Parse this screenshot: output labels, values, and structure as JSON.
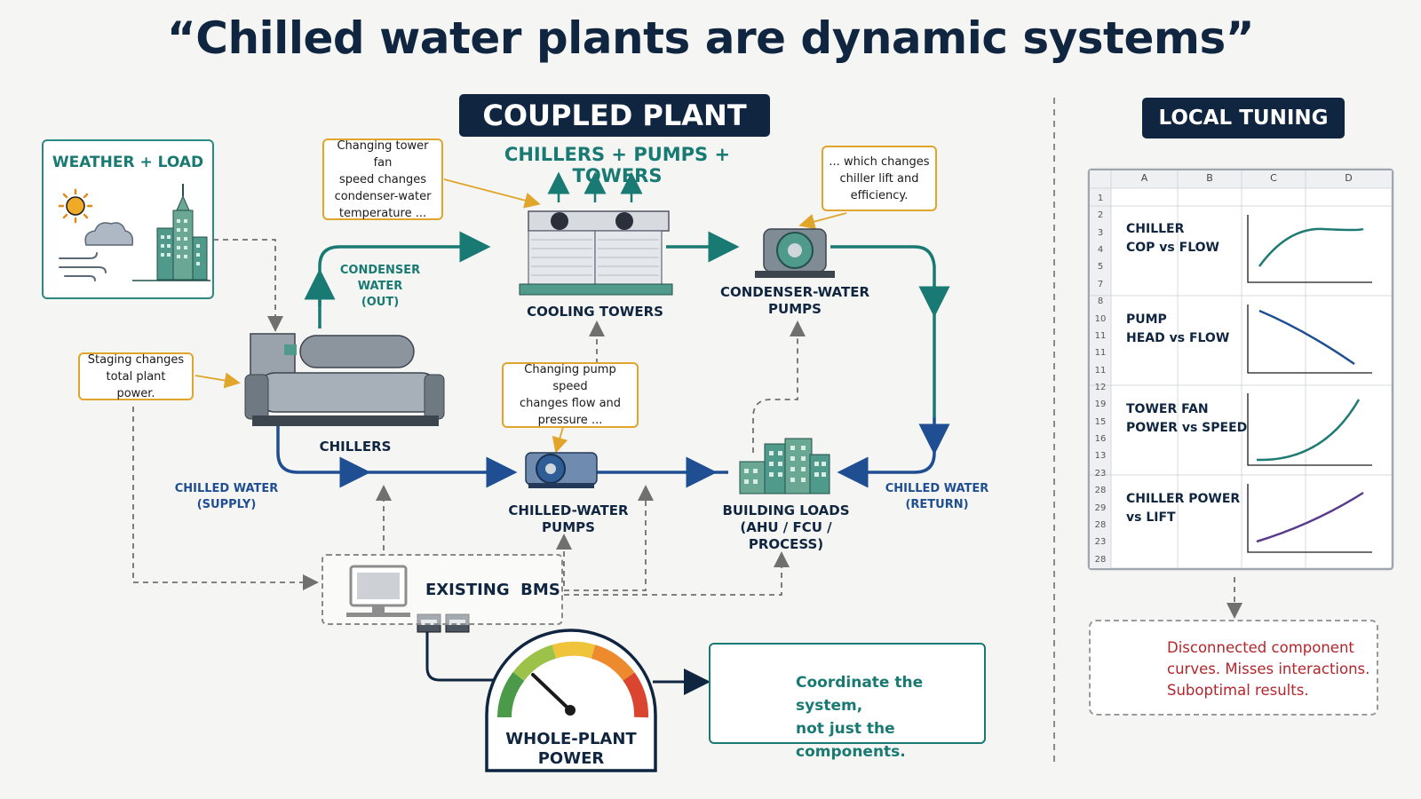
{
  "title": "“Chilled water plants are dynamic systems”",
  "coupled": {
    "banner": "COUPLED PLANT",
    "subtitle": "CHILLERS + PUMPS + TOWERS"
  },
  "weather": {
    "label": "WEATHER + LOAD"
  },
  "callouts": {
    "tower_fan": "Changing tower fan\nspeed changes\ncondenser-water\ntemperature ...",
    "chiller_lift": "... which changes\nchiller lift and\nefficiency.",
    "staging": "Staging changes\ntotal plant power.",
    "pump_speed": "Changing pump speed\nchanges flow and\npressure ..."
  },
  "components": {
    "cooling_towers": "COOLING TOWERS",
    "cw_pumps": "CONDENSER-WATER\nPUMPS",
    "chillers": "CHILLERS",
    "chw_pumps": "CHILLED-WATER\nPUMPS",
    "building_loads": "BUILDING LOADS\n(AHU / FCU / PROCESS)",
    "bms": "EXISTING  BMS",
    "gauge": "WHOLE-PLANT\nPOWER"
  },
  "flows": {
    "condenser_out": "CONDENSER\nWATER\n(OUT)",
    "chw_supply": "CHILLED WATER\n(SUPPLY)",
    "chw_return": "CHILLED WATER\n(RETURN)"
  },
  "outcome": {
    "text": "Coordinate the system,\nnot just the components."
  },
  "local": {
    "banner": "LOCAL TUNING",
    "columns": [
      "A",
      "B",
      "C",
      "D"
    ],
    "row_numbers": [
      "1",
      "2",
      "3",
      "4",
      "5",
      "7",
      "8",
      "10",
      "11",
      "11",
      "11",
      "12",
      "19",
      "15",
      "16",
      "13",
      "23",
      "28",
      "29",
      "28",
      "23",
      "28"
    ],
    "curves": [
      {
        "label": "CHILLER\nCOP vs FLOW",
        "color": "#1e7a72"
      },
      {
        "label": "PUMP\nHEAD vs FLOW",
        "color": "#1f4f92"
      },
      {
        "label": "TOWER FAN\nPOWER vs SPEED",
        "color": "#1e7a72"
      },
      {
        "label": "CHILLER POWER\nvs LIFT",
        "color": "#5a3a8a"
      }
    ],
    "warning": "Disconnected component\ncurves. Misses interactions.\nSuboptimal results."
  },
  "colors": {
    "navy": "#0f2540",
    "teal": "#187a72",
    "blue": "#1f4f92",
    "callout_border": "#e0a52a",
    "warning_red": "#b3262c"
  }
}
